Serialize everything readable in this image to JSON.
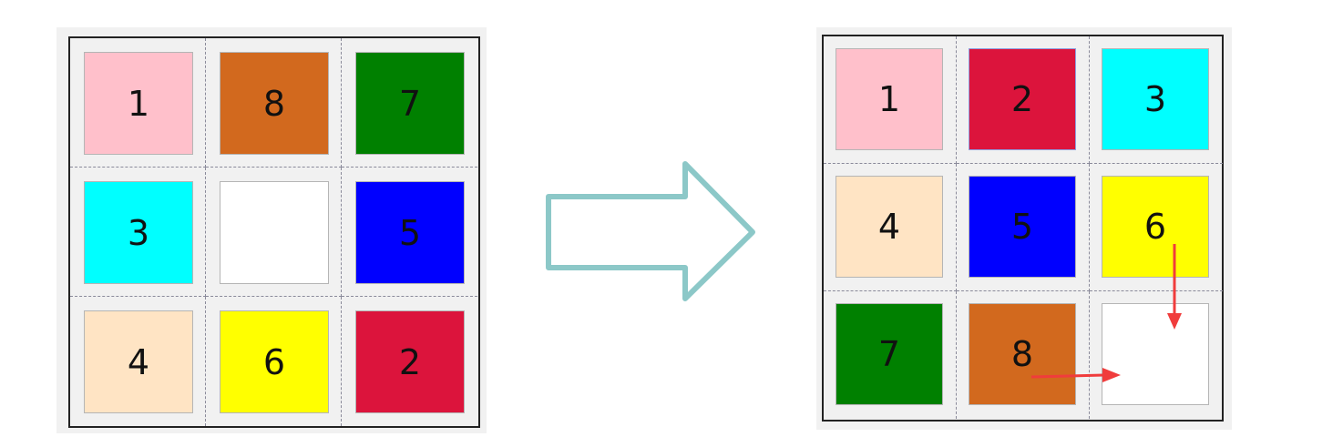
{
  "boards": [
    {
      "tiles": [
        {
          "label": "1",
          "color": "#ffc0cb"
        },
        {
          "label": "8",
          "color": "#d2691e"
        },
        {
          "label": "7",
          "color": "#008000"
        },
        {
          "label": "3",
          "color": "#00ffff"
        },
        {
          "label": "",
          "color": "#ffffff"
        },
        {
          "label": "5",
          "color": "#0000ff"
        },
        {
          "label": "4",
          "color": "#ffe4c4"
        },
        {
          "label": "6",
          "color": "#ffff00"
        },
        {
          "label": "2",
          "color": "#dc143c"
        }
      ]
    },
    {
      "tiles": [
        {
          "label": "1",
          "color": "#ffc0cb"
        },
        {
          "label": "2",
          "color": "#dc143c"
        },
        {
          "label": "3",
          "color": "#00ffff"
        },
        {
          "label": "4",
          "color": "#ffe4c4"
        },
        {
          "label": "5",
          "color": "#0000ff"
        },
        {
          "label": "6",
          "color": "#ffff00"
        },
        {
          "label": "7",
          "color": "#008000"
        },
        {
          "label": "8",
          "color": "#d2691e"
        },
        {
          "label": "",
          "color": "#ffffff"
        }
      ]
    }
  ],
  "colors": {
    "transition_arrow_fill": "#ffffff",
    "transition_arrow_stroke": "#8cc8c8",
    "move_arrow": "#f03c3c"
  },
  "icons": {
    "transition": "right-arrow-icon",
    "move_hint": "red-arrow-icon"
  }
}
